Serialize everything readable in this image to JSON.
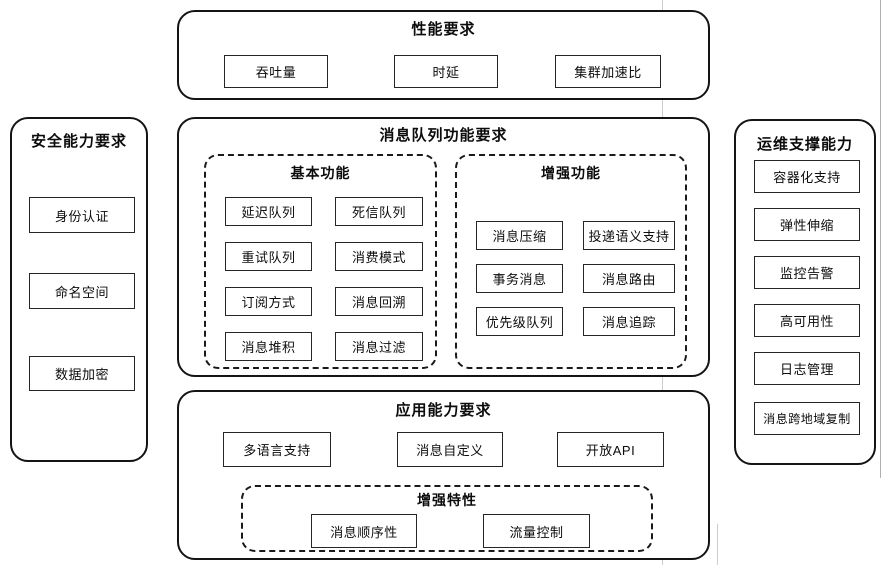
{
  "colors": {
    "panel_border": "#141414",
    "item_border": "#262626",
    "background": "#ffffff",
    "artifact_line": "#c9c9c9"
  },
  "panels": {
    "performance": {
      "title": "性能要求",
      "items": [
        "吞吐量",
        "时延",
        "集群加速比"
      ]
    },
    "security": {
      "title": "安全能力要求",
      "items": [
        "身份认证",
        "命名空间",
        "数据加密"
      ]
    },
    "mq": {
      "title": "消息队列功能要求",
      "groups": [
        {
          "title": "基本功能",
          "items": [
            "延迟队列",
            "死信队列",
            "重试队列",
            "消费模式",
            "订阅方式",
            "消息回溯",
            "消息堆积",
            "消息过滤"
          ]
        },
        {
          "title": "增强功能",
          "items": [
            "消息压缩",
            "投递语义支持",
            "事务消息",
            "消息路由",
            "优先级队列",
            "消息追踪"
          ]
        }
      ]
    },
    "application": {
      "title": "应用能力要求",
      "items": [
        "多语言支持",
        "消息自定义",
        "开放API"
      ],
      "enhanced": {
        "title": "增强特性",
        "items": [
          "消息顺序性",
          "流量控制"
        ]
      }
    },
    "ops": {
      "title": "运维支撑能力",
      "items": [
        "容器化支持",
        "弹性伸缩",
        "监控告警",
        "高可用性",
        "日志管理",
        "消息跨地域复制"
      ]
    }
  }
}
